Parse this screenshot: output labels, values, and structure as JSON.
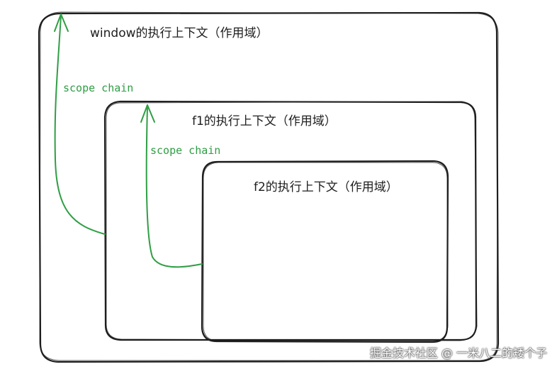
{
  "contexts": {
    "window": {
      "title": "window的执行上下文（作用域）"
    },
    "f1": {
      "title": "f1的执行上下文（作用域）"
    },
    "f2": {
      "title": "f2的执行上下文（作用域）"
    }
  },
  "chains": {
    "outer_label": "scope chain",
    "inner_label": "scope chain"
  },
  "watermark": "掘金技术社区 @ 一米八二的矮个子",
  "colors": {
    "stroke": "#1e1e1e",
    "chain": "#2f9e44",
    "background": "#ffffff"
  }
}
